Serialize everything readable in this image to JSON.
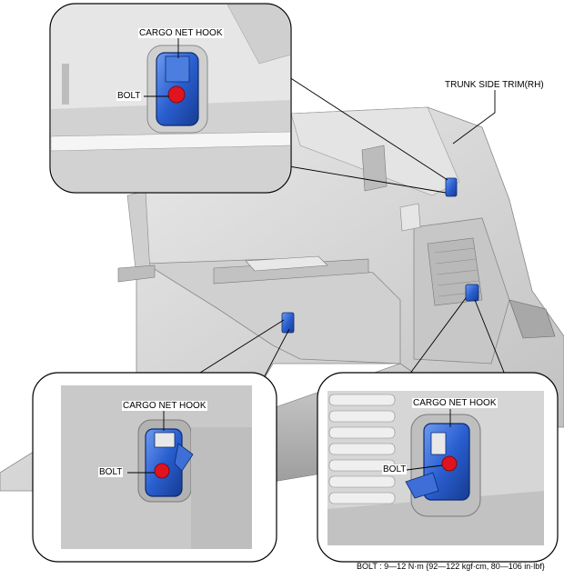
{
  "labels": {
    "top_hook": "CARGO NET HOOK",
    "top_bolt": "BOLT",
    "trim": "TRUNK SIDE TRIM(RH)",
    "left_hook": "CARGO NET HOOK",
    "left_bolt": "BOLT",
    "right_hook": "CARGO NET HOOK",
    "right_bolt": "BOLT"
  },
  "footnote": "BOLT : 9—12 N·m {92—122 kgf·cm, 80—106 in·lbf}",
  "colors": {
    "hook_blue": "#2a5fd0",
    "bolt_red": "#e0141e",
    "trim_gray": "#d9d9d9",
    "outline": "#000000"
  }
}
